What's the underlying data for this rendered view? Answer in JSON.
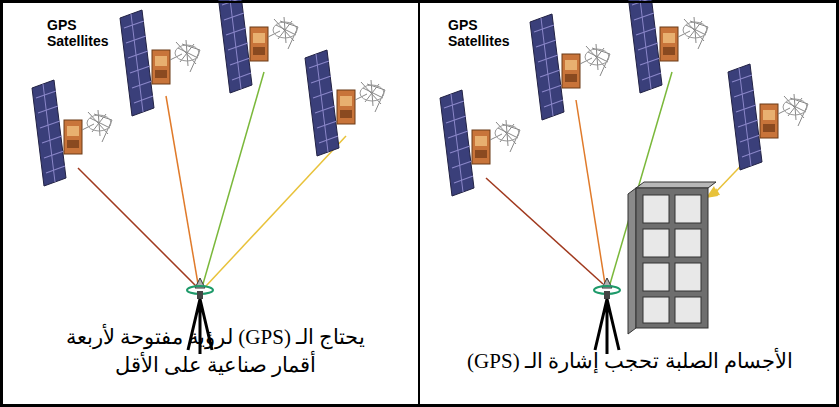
{
  "diagram": {
    "nodes": [
      {
        "text": [
          "GPS Satellites",
          "يحتاج الـ (GPS) لرؤية مفتوحة لأربعة أقمار صناعية على الأقل"
        ]
      },
      {
        "text": [
          "GPS Satellites",
          "الأجسام الصلبة تحجب إشارة الـ (GPS)"
        ]
      }
    ]
  }
}
